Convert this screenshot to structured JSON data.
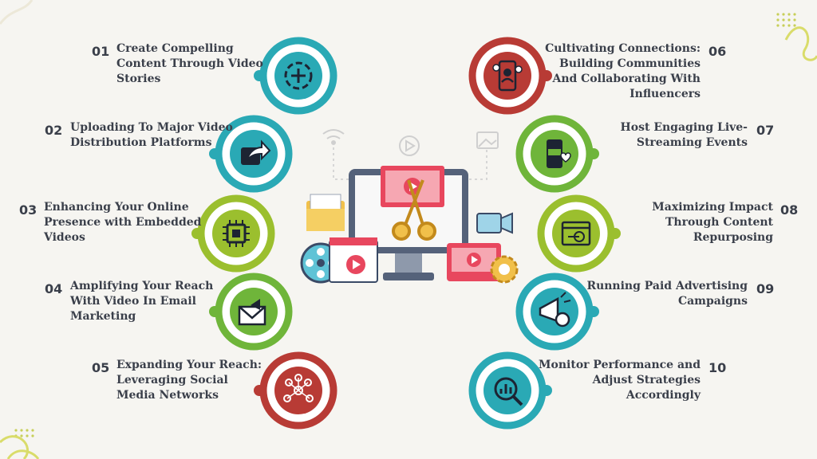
{
  "steps": [
    {
      "num": "01",
      "lines": [
        "Create Compelling",
        "Content Through Video",
        "Stories"
      ],
      "icon": "plus-target-icon",
      "color": "#2aa9b5",
      "side": "left"
    },
    {
      "num": "02",
      "lines": [
        "Uploading To Major Video",
        "Distribution Platforms"
      ],
      "icon": "share-arrow-icon",
      "color": "#2aa9b5",
      "side": "left"
    },
    {
      "num": "03",
      "lines": [
        "Enhancing Your Online",
        "Presence with Embedded",
        "Videos"
      ],
      "icon": "chip-icon",
      "color": "#9bbf2e",
      "side": "left"
    },
    {
      "num": "04",
      "lines": [
        "Amplifying Your Reach",
        "With Video In Email",
        "Marketing"
      ],
      "icon": "email-megaphone-icon",
      "color": "#6fb53a",
      "side": "left"
    },
    {
      "num": "05",
      "lines": [
        "Expanding Your Reach:",
        "Leveraging Social",
        "Media Networks"
      ],
      "icon": "social-network-icon",
      "color": "#b83b35",
      "side": "left"
    },
    {
      "num": "06",
      "lines": [
        "Cultivating Connections:",
        "Building Communities",
        "And Collaborating With",
        "Influencers"
      ],
      "icon": "phone-community-icon",
      "color": "#b83b35",
      "side": "right"
    },
    {
      "num": "07",
      "lines": [
        "Host Engaging Live-",
        "Streaming Events"
      ],
      "icon": "live-phone-icon",
      "color": "#6fb53a",
      "side": "right"
    },
    {
      "num": "08",
      "lines": [
        "Maximizing Impact",
        "Through Content",
        "Repurposing"
      ],
      "icon": "browser-target-icon",
      "color": "#9bbf2e",
      "side": "right"
    },
    {
      "num": "09",
      "lines": [
        "Running Paid Advertising",
        "Campaigns"
      ],
      "icon": "megaphone-dollar-icon",
      "color": "#2aa9b5",
      "side": "right"
    },
    {
      "num": "10",
      "lines": [
        "Monitor Performance and",
        "Adjust Strategies",
        "Accordingly"
      ],
      "icon": "chart-magnifier-icon",
      "color": "#2aa9b5",
      "side": "right"
    }
  ],
  "center": {
    "icon": "video-editing-monitor-icon",
    "accent": "#e8475e"
  }
}
